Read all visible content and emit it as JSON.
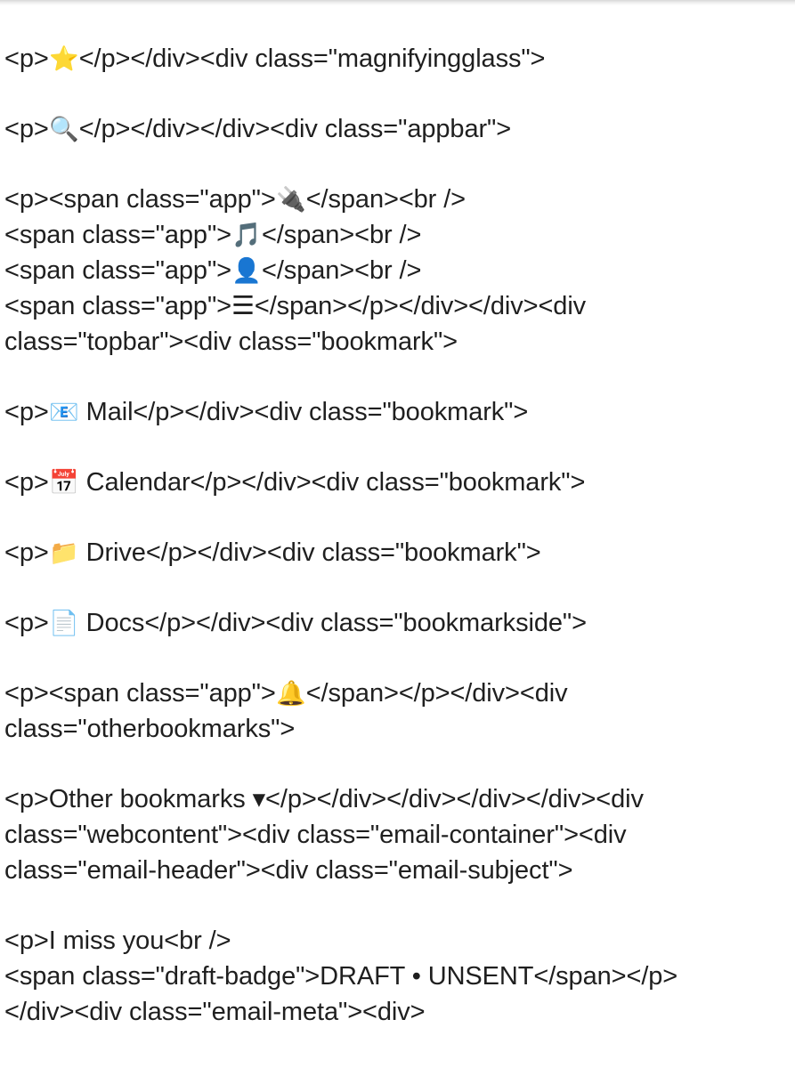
{
  "source_lines": [
    {
      "text": "<p>",
      "icon": "⭐",
      "rest": "</p></div><div class=\"magnifyingglass\">",
      "icon_name": "star-icon"
    },
    {
      "text": "<p>",
      "icon": "🔍",
      "rest": "</p></div></div><div class=\"appbar\">",
      "icon_name": "magnifying-glass-icon"
    },
    {
      "text": "<p><span class=\"app\">",
      "icon": "🔌",
      "rest": "</span><br />",
      "icon_name": "plug-icon"
    },
    {
      "text": "<span class=\"app\">",
      "icon": "🎵",
      "rest": "</span><br />",
      "icon_name": "music-note-icon"
    },
    {
      "text": "<span class=\"app\">",
      "icon": "👤",
      "rest": "</span><br />",
      "icon_name": "person-icon"
    },
    {
      "text": "<span class=\"app\">☰</span></p></div></div><div",
      "icon": "",
      "rest": "",
      "icon_name": ""
    },
    {
      "text": "class=\"topbar\"><div class=\"bookmark\">",
      "icon": "",
      "rest": "",
      "icon_name": ""
    },
    {
      "text": "<p>",
      "icon": "📧",
      "rest": " Mail</p></div><div class=\"bookmark\">",
      "icon_name": "email-icon"
    },
    {
      "text": "<p>",
      "icon": "📅",
      "rest": " Calendar</p></div><div class=\"bookmark\">",
      "icon_name": "calendar-icon"
    },
    {
      "text": "<p>",
      "icon": "📁",
      "rest": " Drive</p></div><div class=\"bookmark\">",
      "icon_name": "folder-icon"
    },
    {
      "text": "<p>",
      "icon": "📄",
      "rest": " Docs</p></div><div class=\"bookmarkside\">",
      "icon_name": "document-icon"
    },
    {
      "text": "<p><span class=\"app\">",
      "icon": "🔔",
      "rest": "</span></p></div><div",
      "icon_name": "bell-icon"
    },
    {
      "text": "class=\"otherbookmarks\">",
      "icon": "",
      "rest": "",
      "icon_name": ""
    },
    {
      "text": "<p>Other bookmarks ▾</p></div></div></div></div><div",
      "icon": "",
      "rest": "",
      "icon_name": ""
    },
    {
      "text": "class=\"webcontent\"><div class=\"email-container\"><div",
      "icon": "",
      "rest": "",
      "icon_name": ""
    },
    {
      "text": "class=\"email-header\"><div class=\"email-subject\">",
      "icon": "",
      "rest": "",
      "icon_name": ""
    },
    {
      "text": "<p>I miss you<br />",
      "icon": "",
      "rest": "",
      "icon_name": ""
    },
    {
      "text": "<span class=\"draft-badge\">DRAFT • UNSENT</span></p>",
      "icon": "",
      "rest": "",
      "icon_name": ""
    },
    {
      "text": "</div><div class=\"email-meta\"><div>",
      "icon": "",
      "rest": "",
      "icon_name": ""
    }
  ]
}
